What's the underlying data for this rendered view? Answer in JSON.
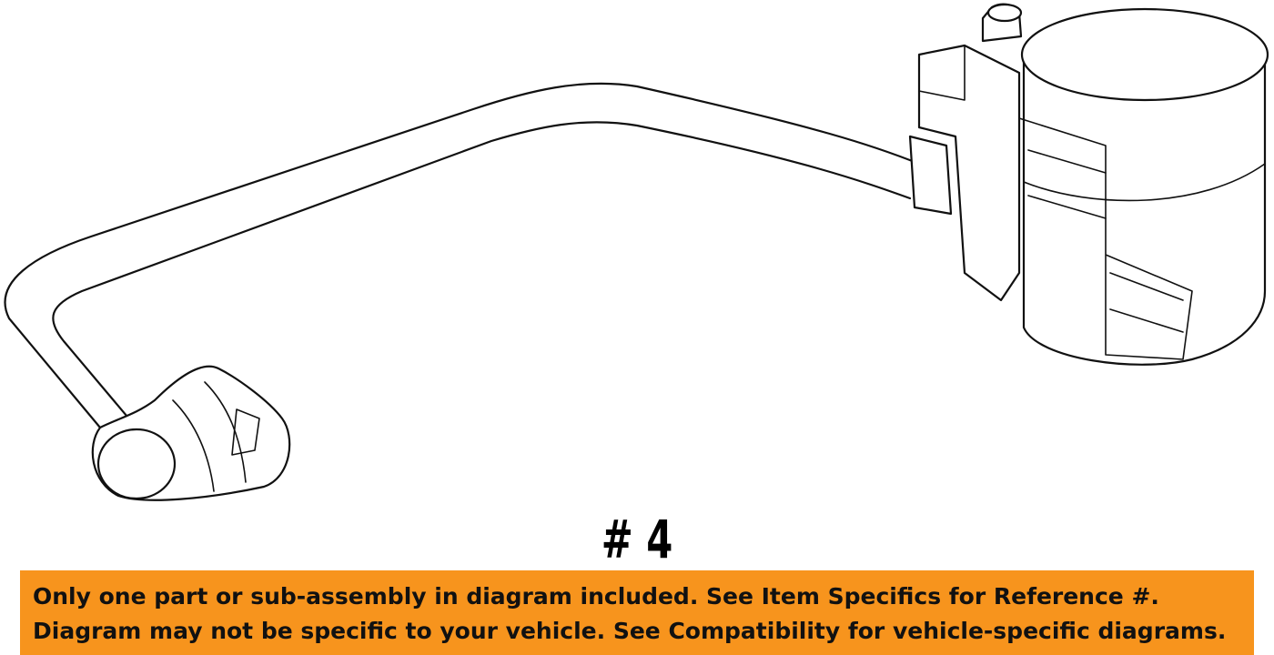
{
  "diagram": {
    "part_label": "# 4",
    "part_type": "line-art-vacuum-hose-and-canister"
  },
  "notice": {
    "line1": "Only one part or sub-assembly in diagram included. See Item Specifics for Reference #.",
    "line2": "Diagram may not be specific to your vehicle. See Compatibility for vehicle-specific diagrams.",
    "background_color": "#f7941d",
    "text_color": "#111111"
  }
}
